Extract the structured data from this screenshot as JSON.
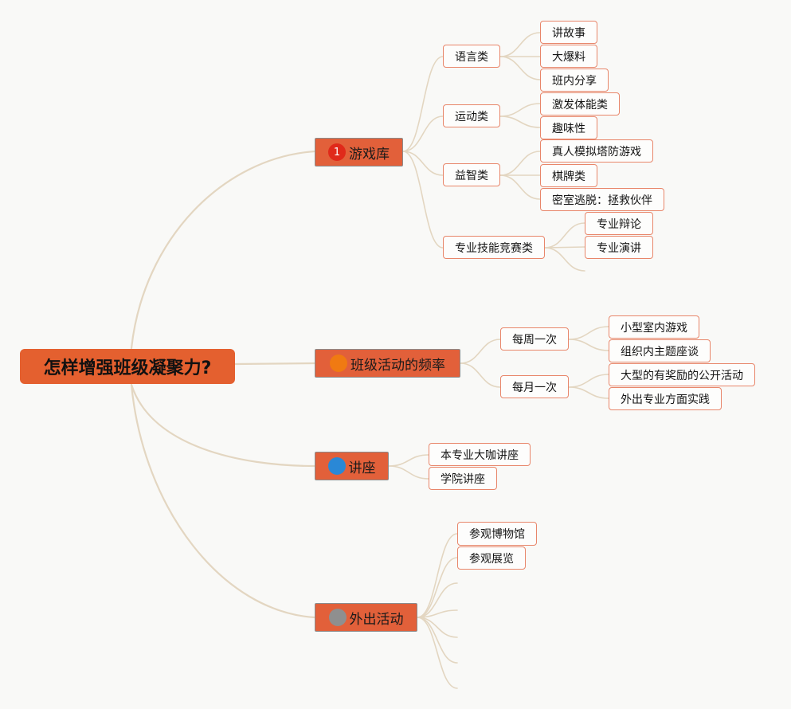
{
  "root": {
    "label": "怎样增强班级凝聚力?"
  },
  "colors": {
    "background": "#f9f9f7",
    "root_fill": "#e4602f",
    "branch_fill": "#e2603a",
    "node_border": "#e8866a",
    "connector": "#e3d6c1"
  },
  "branches": [
    {
      "label": "游戏库",
      "icon": "priority-1-icon",
      "icon_text": "1",
      "icon_color": "#e0291a",
      "children": [
        {
          "label": "语言类",
          "children": [
            {
              "label": "讲故事"
            },
            {
              "label": "大爆料"
            },
            {
              "label": "班内分享"
            }
          ]
        },
        {
          "label": "运动类",
          "children": [
            {
              "label": "激发体能类"
            },
            {
              "label": "趣味性"
            }
          ]
        },
        {
          "label": "益智类",
          "children": [
            {
              "label": "真人模拟塔防游戏"
            },
            {
              "label": "棋牌类"
            },
            {
              "label": "密室逃脱：拯救伙伴"
            }
          ]
        },
        {
          "label": "专业技能竞赛类",
          "children": [
            {
              "label": "专业辩论"
            },
            {
              "label": "专业演讲"
            }
          ]
        }
      ]
    },
    {
      "label": "班级活动的频率",
      "icon": "priority-2-icon",
      "icon_color": "#f07a12",
      "children": [
        {
          "label": "每周一次",
          "children": [
            {
              "label": "小型室内游戏"
            },
            {
              "label": "组织内主题座谈"
            }
          ]
        },
        {
          "label": "每月一次",
          "children": [
            {
              "label": "大型的有奖励的公开活动"
            },
            {
              "label": "外出专业方面实践"
            }
          ]
        }
      ]
    },
    {
      "label": "讲座",
      "icon": "priority-3-icon",
      "icon_color": "#2a88d6",
      "children": [
        {
          "label": "本专业大咖讲座"
        },
        {
          "label": "学院讲座"
        }
      ]
    },
    {
      "label": "外出活动",
      "icon": "priority-4-icon",
      "icon_color": "#8f8f8f",
      "children": [
        {
          "label": "参观博物馆"
        },
        {
          "label": "参观展览"
        }
      ]
    }
  ]
}
